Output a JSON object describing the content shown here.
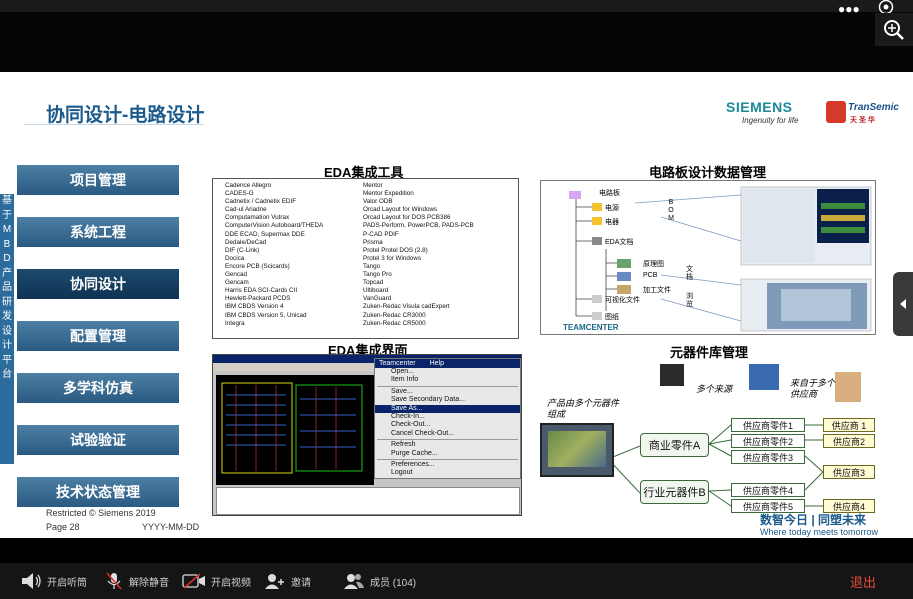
{
  "top_bar": {
    "more_icon": "more-dots-icon",
    "record_icon": "target-icon",
    "zoom_icon": "zoom-in-icon"
  },
  "slide": {
    "title": "协同设计-电路设计",
    "logo_siemens": "SIEMENS",
    "logo_siemens_tagline": "Ingenuity for life",
    "logo_transemic": "TranSemic",
    "logo_transemic_cn": "天 圣 华",
    "vertical_text": [
      "基",
      "于",
      "M",
      "B",
      "D",
      "产",
      "品",
      "研",
      "发",
      "设",
      "计",
      "平",
      "台"
    ],
    "menu": [
      {
        "label": "项目管理",
        "active": false
      },
      {
        "label": "系统工程",
        "active": false
      },
      {
        "label": "协同设计",
        "active": true
      },
      {
        "label": "配置管理",
        "active": false
      },
      {
        "label": "多学科仿真",
        "active": false
      },
      {
        "label": "试验验证",
        "active": false
      },
      {
        "label": "技术状态管理",
        "active": false
      }
    ],
    "footer": {
      "restricted": "Restricted © Siemens 2019",
      "page": "Page 28",
      "date": "YYYY-MM-DD"
    },
    "watermark_cn": "数智今日 | 同塑未来",
    "watermark_en": "Where today meets tomorrow",
    "eda_tools": {
      "title": "EDA集成工具",
      "col1": [
        "Cadence Allegro",
        "CADES-G",
        "Cadnetix / Cadnetix EDIF",
        "Cad-ul Ariadne",
        "Computamation Vutrax",
        "ComputerVision Autoboard/THEDA",
        "DDE ECAD, Supermax DDE",
        "Dedale/DeCad",
        "DIF (C-Link)",
        "Docica",
        "Encore PCB (Scicards)",
        "Gencad",
        "Gencam",
        "Harris EDA SCI-Cards CII",
        "Hewlett-Packard PCDS",
        "IBM CBDS Version 4",
        "IBM CBDS Version 5, Unicad",
        "Integra"
      ],
      "col2": [
        "Mentor",
        "Mentor Expedition",
        "Valor ODB",
        "Orcad Layout for Windows",
        "Orcad Layout for DOS PCB386",
        "PADS-Perform, PowerPCB, PADS-PCB",
        "P-CAD PDIF",
        "Prisma",
        "Protel Protel DOS (2.8)",
        "Protel 3 for Windows",
        "Tango",
        "Tango Pro",
        "Topcad",
        "Ultiboard",
        "VanGuard",
        "Zuken-Redac Visula cadExpert",
        "Zuken-Redac CR3000",
        "Zuken-Redac CR5000"
      ]
    },
    "pcb_data": {
      "title": "电路板设计数据管理",
      "tree_root": "电路板",
      "tree_items": [
        "电源",
        "电器",
        "EDA文档",
        "原理图",
        "PCB",
        "加工文件",
        "可视化文件",
        "图纸"
      ],
      "bom_label": "B O M",
      "doc_label": "文 档",
      "browse_label": "浏 览",
      "brand": "TEAMCENTER"
    },
    "eda_ui": {
      "title": "EDA集成界面",
      "menu_header": [
        "Teamcenter",
        "Help"
      ],
      "menu_items": [
        "Open...",
        "Item Info",
        "Save...",
        "Save Secondary Data...",
        "Save As...",
        "Check-In...",
        "Check-Out...",
        "Cancel Check-Out...",
        "Refresh",
        "Purge Cache...",
        "Preferences...",
        "Logout"
      ],
      "selected_item": "Save As..."
    },
    "component_lib": {
      "title": "元器件库管理",
      "product_label": "产品由多个元器件组成",
      "multi_source": "多个来源",
      "from_multi": "来自于多个供应商",
      "commercial": "商业零件A",
      "industry": "行业元器件B",
      "supplier_parts": [
        "供应商零件1",
        "供应商零件2",
        "供应商零件3",
        "供应商零件4",
        "供应商零件5"
      ],
      "suppliers": [
        "供应商 1",
        "供应商2",
        "供应商3",
        "供应商4"
      ]
    }
  },
  "bottom_bar": {
    "listen": "开启听筒",
    "unmute": "解除静音",
    "video": "开启视频",
    "invite": "邀请",
    "members": "成员 (104)",
    "exit": "退出"
  }
}
